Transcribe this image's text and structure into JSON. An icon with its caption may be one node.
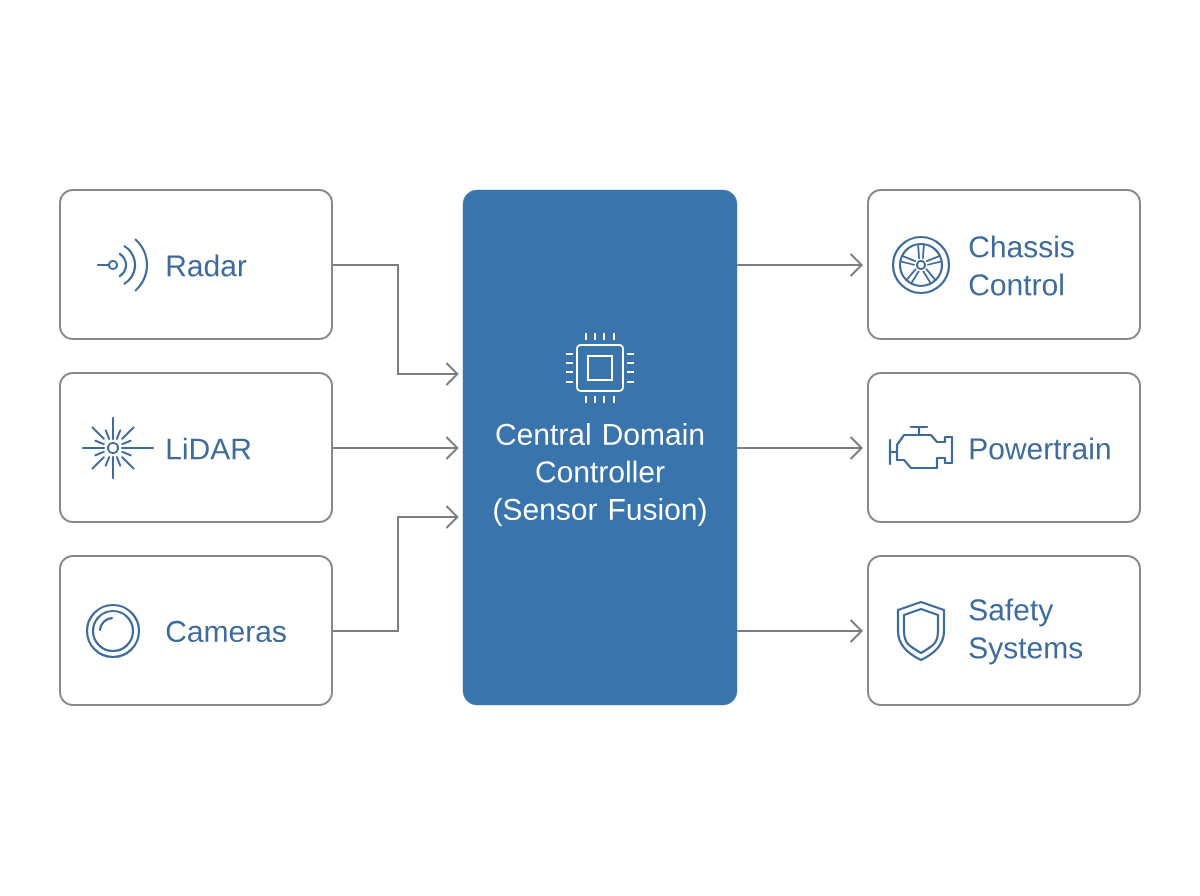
{
  "diagram": {
    "nodes": [
      {
        "text": [
          "Radar"
        ]
      },
      {
        "text": [
          "LiDAR"
        ]
      },
      {
        "text": [
          "Cameras"
        ]
      },
      {
        "text": [
          "Central Domain Controller (Sensor Fusion)"
        ]
      },
      {
        "text": [
          "Chassis Control"
        ]
      },
      {
        "text": [
          "Powertrain"
        ]
      },
      {
        "text": [
          "Safety Systems"
        ]
      }
    ],
    "edges": [
      {
        "from": 0,
        "to": 3,
        "arrow": "to"
      },
      {
        "from": 1,
        "to": 3,
        "arrow": "to"
      },
      {
        "from": 2,
        "to": 3,
        "arrow": "to"
      },
      {
        "from": 3,
        "to": 4,
        "arrow": "to"
      },
      {
        "from": 3,
        "to": 5,
        "arrow": "to"
      },
      {
        "from": 3,
        "to": 6,
        "arrow": "to"
      }
    ]
  }
}
